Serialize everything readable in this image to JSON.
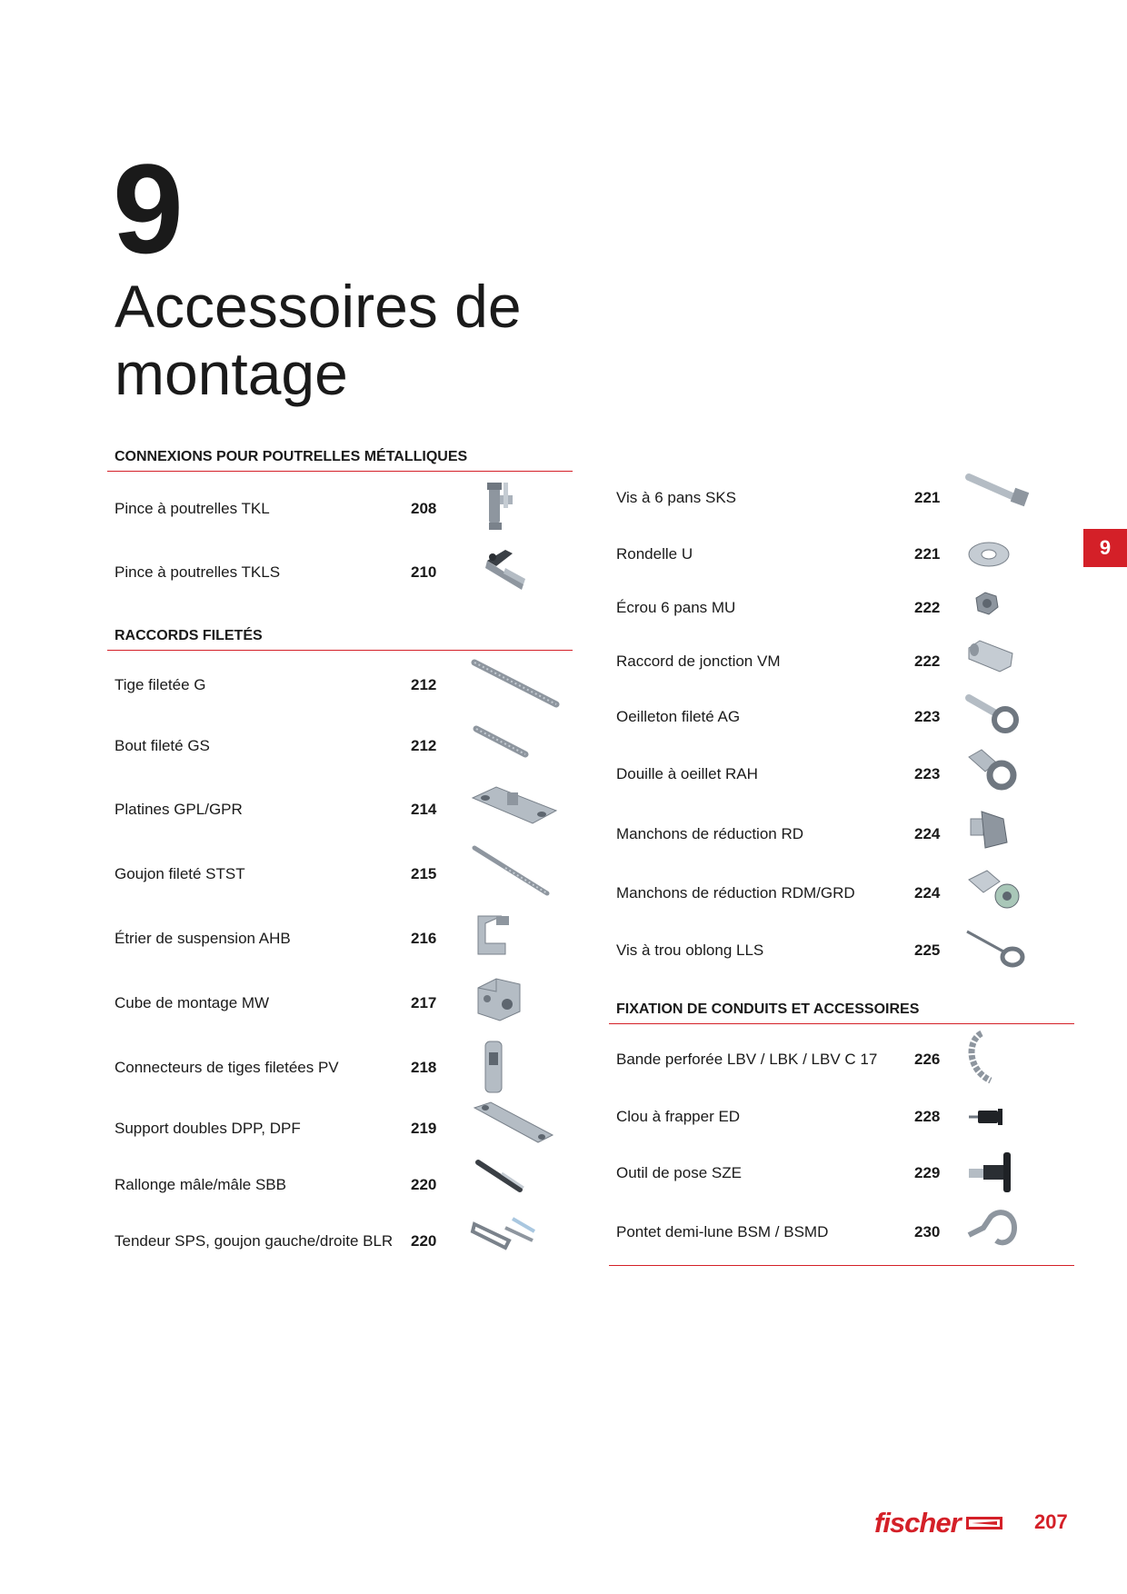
{
  "chapter": {
    "number": "9",
    "title": "Accessoires de montage"
  },
  "side_tab": "9",
  "left": {
    "sections": [
      {
        "heading": "CONNEXIONS POUR POUTRELLES MÉTALLIQUES",
        "items": [
          {
            "name": "Pince à poutrelles TKL",
            "page": "208",
            "icon": "beam-clamp-icon"
          },
          {
            "name": "Pince à poutrelles TKLS",
            "page": "210",
            "icon": "beam-clamp-spring-icon"
          }
        ]
      },
      {
        "heading": "RACCORDS FILETÉS",
        "items": [
          {
            "name": "Tige filetée G",
            "page": "212",
            "icon": "threaded-rod-icon"
          },
          {
            "name": "Bout fileté GS",
            "page": "212",
            "icon": "threaded-stud-short-icon"
          },
          {
            "name": "Platines GPL/GPR",
            "page": "214",
            "icon": "mounting-plate-icon"
          },
          {
            "name": "Goujon fileté STST",
            "page": "215",
            "icon": "threaded-bolt-icon"
          },
          {
            "name": "Étrier de suspension AHB",
            "page": "216",
            "icon": "suspension-bracket-icon"
          },
          {
            "name": "Cube de montage MW",
            "page": "217",
            "icon": "mounting-cube-icon"
          },
          {
            "name": "Connecteurs de tiges filetées PV",
            "page": "218",
            "icon": "rod-connector-icon"
          },
          {
            "name": "Support doubles DPP, DPF",
            "page": "219",
            "icon": "double-support-icon"
          },
          {
            "name": "Rallonge mâle/mâle SBB",
            "page": "220",
            "icon": "extension-icon"
          },
          {
            "name": "Tendeur SPS, goujon gauche/droite BLR",
            "page": "220",
            "icon": "turnbuckle-icon"
          }
        ]
      }
    ]
  },
  "right": {
    "items": [
      {
        "name": "Vis à 6 pans SKS",
        "page": "221",
        "icon": "hex-screw-icon"
      },
      {
        "name": "Rondelle U",
        "page": "221",
        "icon": "washer-icon"
      },
      {
        "name": "Écrou 6 pans MU",
        "page": "222",
        "icon": "hex-nut-icon"
      },
      {
        "name": "Raccord de jonction VM",
        "page": "222",
        "icon": "joint-coupler-icon"
      },
      {
        "name": "Oeilleton fileté AG",
        "page": "223",
        "icon": "eye-bolt-icon"
      },
      {
        "name": "Douille à oeillet RAH",
        "page": "223",
        "icon": "eye-sleeve-icon"
      },
      {
        "name": "Manchons de réduction RD",
        "page": "224",
        "icon": "reducing-sleeve-icon"
      },
      {
        "name": "Manchons de réduction RDM/GRD",
        "page": "224",
        "icon": "reducing-sleeve-pair-icon"
      },
      {
        "name": "Vis à trou oblong LLS",
        "page": "225",
        "icon": "slot-screw-icon"
      }
    ],
    "section": {
      "heading": "FIXATION DE CONDUITS ET ACCESSOIRES",
      "items": [
        {
          "name": "Bande perforée LBV / LBK / LBV C 17",
          "page": "226",
          "icon": "perforated-band-icon"
        },
        {
          "name": "Clou à frapper ED",
          "page": "228",
          "icon": "hammer-nail-icon"
        },
        {
          "name": "Outil de pose SZE",
          "page": "229",
          "icon": "setting-tool-icon"
        },
        {
          "name": "Pontet demi-lune BSM / BSMD",
          "page": "230",
          "icon": "half-moon-clip-icon"
        }
      ]
    }
  },
  "footer": {
    "brand": "fischer",
    "page_number": "207"
  },
  "colors": {
    "accent": "#d42028",
    "text": "#1a1a1a",
    "metal": "#9aa3ad"
  }
}
